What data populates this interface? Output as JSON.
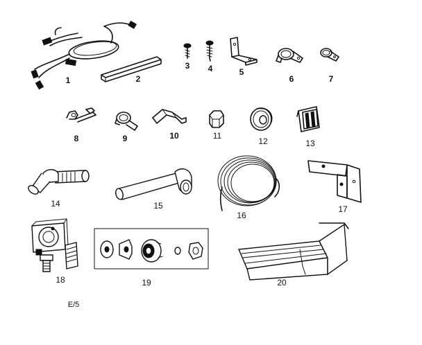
{
  "parts": [
    {
      "id": "wiring-harness",
      "label": "1"
    },
    {
      "id": "rail-strip",
      "label": "2"
    },
    {
      "id": "machine-screw",
      "label": "3"
    },
    {
      "id": "wood-screw",
      "label": "4"
    },
    {
      "id": "angle-bracket",
      "label": "5"
    },
    {
      "id": "tube-clamp-large",
      "label": "6"
    },
    {
      "id": "tube-clamp-small",
      "label": "7"
    },
    {
      "id": "cable-clip",
      "label": "8"
    },
    {
      "id": "p-clamp",
      "label": "9"
    },
    {
      "id": "spring-clip",
      "label": "10"
    },
    {
      "id": "hex-nut",
      "label": "11"
    },
    {
      "id": "grommet",
      "label": "12"
    },
    {
      "id": "tape-clip",
      "label": "13"
    },
    {
      "id": "elbow-fill-tube",
      "label": "14"
    },
    {
      "id": "fill-tube",
      "label": "15"
    },
    {
      "id": "coiled-water-tube",
      "label": "16"
    },
    {
      "id": "mounting-bracket",
      "label": "17"
    },
    {
      "id": "water-valve",
      "label": "18"
    },
    {
      "id": "fitting-kit",
      "label": "19"
    },
    {
      "id": "ice-bin",
      "label": "20"
    }
  ],
  "footer_code": "E/5"
}
